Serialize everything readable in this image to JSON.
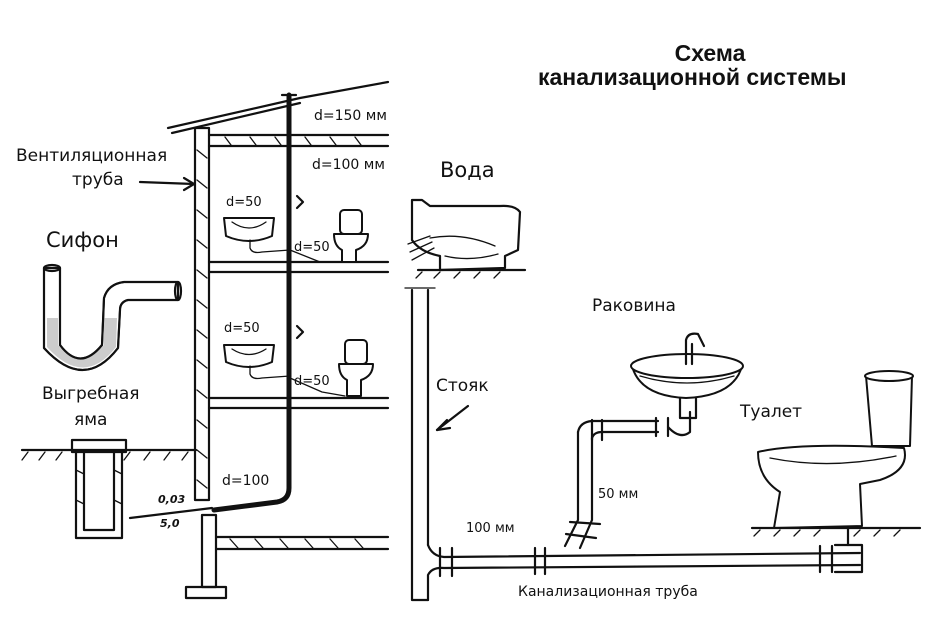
{
  "title": {
    "line1": "Схема",
    "line2": "канализационной системы"
  },
  "labels": {
    "vent_pipe_line1": "Вентиляционная",
    "vent_pipe_line2": "труба",
    "siphon": "Сифон",
    "cesspit_line1": "Выгребная",
    "cesspit_line2": "яма",
    "water": "Вода",
    "riser": "Стояк",
    "sink": "Раковина",
    "toilet": "Туалет",
    "sewer_pipe": "Канализационная труба"
  },
  "dimensions": {
    "d150": "d=150 мм",
    "d100_top": "d=100 мм",
    "d50_sink_top": "d=50",
    "d50_toilet_top": "d=50",
    "d50_sink_mid": "d=50",
    "d50_toilet_mid": "d=50",
    "d100_bottom": "d=100",
    "slope": "0,03",
    "depth": "5,0",
    "pipe_50": "50 мм",
    "pipe_100": "100 мм"
  },
  "colors": {
    "ink": "#111111",
    "background": "#ffffff",
    "water": "#cccccc"
  }
}
